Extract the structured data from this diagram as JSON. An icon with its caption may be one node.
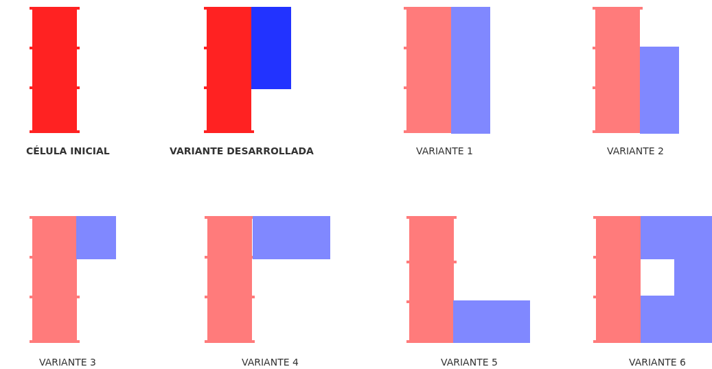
{
  "diagram": {
    "labels": [
      "CÉLULA INICIAL",
      "VARIANTE DESARROLLADA",
      "VARIANTE 1",
      "VARIANTE 2",
      "VARIANTE 3",
      "VARIANTE 4",
      "VARIANTE 5",
      "VARIANTE 6"
    ]
  }
}
